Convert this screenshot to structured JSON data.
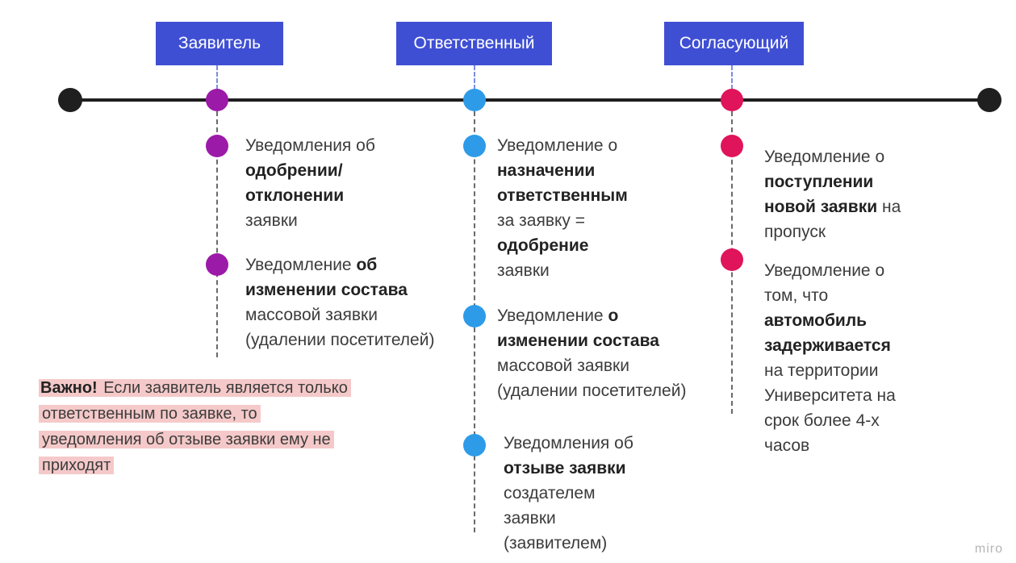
{
  "roles": [
    {
      "label": "Заявитель"
    },
    {
      "label": "Ответственный"
    },
    {
      "label": "Согласующий"
    }
  ],
  "colors": {
    "line": "#1f1f1f",
    "label_bg": "#3f4fd4",
    "applicant": "#9c1aa8",
    "responsible": "#2e9be8",
    "approver": "#e0145a",
    "callout_bg": "#f5c9c9"
  },
  "applicant_notes": [
    {
      "lines": [
        [
          {
            "t": "Уведомления об",
            "b": false
          }
        ],
        [
          {
            "t": "одобрении/",
            "b": true
          }
        ],
        [
          {
            "t": "отклонении",
            "b": true
          }
        ],
        [
          {
            "t": "заявки",
            "b": false
          }
        ]
      ]
    },
    {
      "lines": [
        [
          {
            "t": "Уведомление ",
            "b": false
          },
          {
            "t": "об",
            "b": true
          }
        ],
        [
          {
            "t": "изменении состава",
            "b": true
          }
        ],
        [
          {
            "t": "массовой заявки",
            "b": false
          }
        ],
        [
          {
            "t": "(удалении посетителей)",
            "b": false
          }
        ]
      ]
    }
  ],
  "responsible_notes": [
    {
      "lines": [
        [
          {
            "t": "Уведомление о",
            "b": false
          }
        ],
        [
          {
            "t": "назначении",
            "b": true
          }
        ],
        [
          {
            "t": "ответственным",
            "b": true
          }
        ],
        [
          {
            "t": "за заявку =",
            "b": false
          }
        ],
        [
          {
            "t": "одобрение",
            "b": true
          }
        ],
        [
          {
            "t": "заявки",
            "b": false
          }
        ]
      ]
    },
    {
      "lines": [
        [
          {
            "t": "Уведомление ",
            "b": false
          },
          {
            "t": "о",
            "b": true
          }
        ],
        [
          {
            "t": "изменении состава",
            "b": true
          }
        ],
        [
          {
            "t": "массовой заявки",
            "b": false
          }
        ],
        [
          {
            "t": "(удалении посетителей)",
            "b": false
          }
        ]
      ]
    },
    {
      "lines": [
        [
          {
            "t": "Уведомления об",
            "b": false
          }
        ],
        [
          {
            "t": "отзыве заявки",
            "b": true
          }
        ],
        [
          {
            "t": "создателем",
            "b": false
          }
        ],
        [
          {
            "t": "заявки",
            "b": false
          }
        ],
        [
          {
            "t": "(заявителем)",
            "b": false
          }
        ]
      ]
    }
  ],
  "approver_notes": [
    {
      "lines": [
        [
          {
            "t": "Уведомление о",
            "b": false
          }
        ],
        [
          {
            "t": "поступлении",
            "b": true
          }
        ],
        [
          {
            "t": "новой заявки",
            "b": true
          },
          {
            "t": " на",
            "b": false
          }
        ],
        [
          {
            "t": "пропуск",
            "b": false
          }
        ]
      ]
    },
    {
      "lines": [
        [
          {
            "t": "Уведомление о",
            "b": false
          }
        ],
        [
          {
            "t": "том, что",
            "b": false
          }
        ],
        [
          {
            "t": "автомобиль",
            "b": true
          }
        ],
        [
          {
            "t": "задерживается",
            "b": true
          }
        ],
        [
          {
            "t": "на территории",
            "b": false
          }
        ],
        [
          {
            "t": "Университета на",
            "b": false
          }
        ],
        [
          {
            "t": "срок более 4-х",
            "b": false
          }
        ],
        [
          {
            "t": "часов",
            "b": false
          }
        ]
      ]
    }
  ],
  "callout": {
    "lines": [
      [
        {
          "t": "Важно!",
          "b": true
        },
        {
          "t": " Если заявитель является только",
          "b": false
        }
      ],
      [
        {
          "t": "ответственным по заявке, то",
          "b": false
        }
      ],
      [
        {
          "t": "уведомления об отзыве заявки ему не",
          "b": false
        }
      ],
      [
        {
          "t": "приходят",
          "b": false
        }
      ]
    ]
  },
  "watermark": "miro"
}
